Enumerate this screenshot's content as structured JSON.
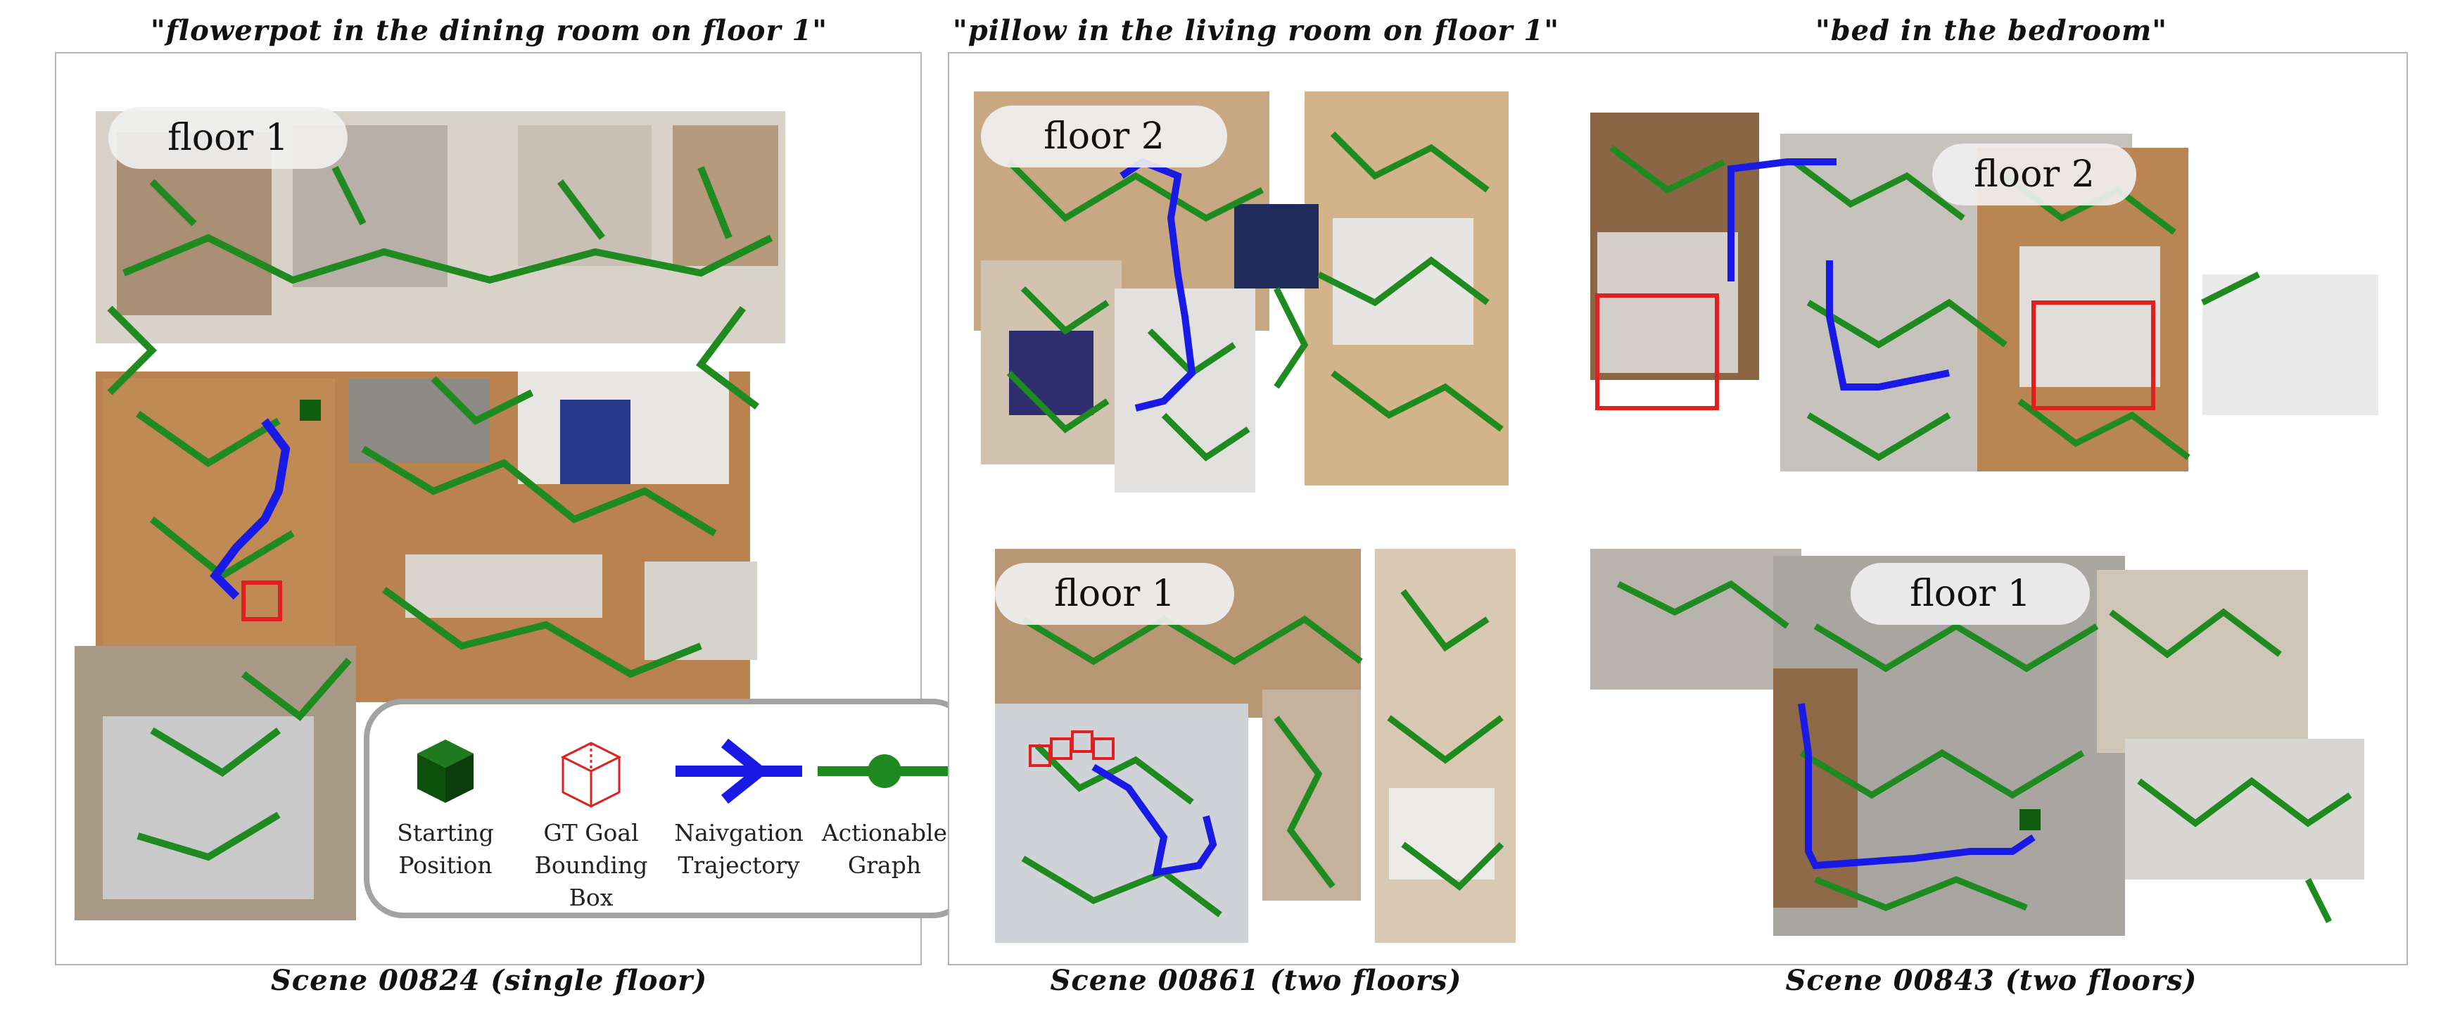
{
  "queries": [
    "\"flowerpot in the dining room on floor 1\"",
    "\"pillow in the living room on floor 1\"",
    "\"bed in the bedroom\""
  ],
  "scenes": [
    "Scene 00824 (single floor)",
    "Scene 00861 (two floors)",
    "Scene 00843 (two floors)"
  ],
  "floor_labels": {
    "scene1": "floor 1",
    "scene2_top": "floor 2",
    "scene2_bottom": "floor 1",
    "scene3_top": "floor 2",
    "scene3_bottom": "floor 1"
  },
  "legend": {
    "starting_position": "Starting\nPosition",
    "gt_goal": "GT Goal\nBounding Box",
    "trajectory": "Naivgation\nTrajectory",
    "graph": "Actionable\nGraph"
  },
  "colors": {
    "graph": "#1f8a1f",
    "trajectory": "#1a1ae6",
    "goal_box": "#e02020",
    "start": "#0f5e0f",
    "floor_tone": "#b9824e",
    "wall": "#e6e2dc"
  }
}
